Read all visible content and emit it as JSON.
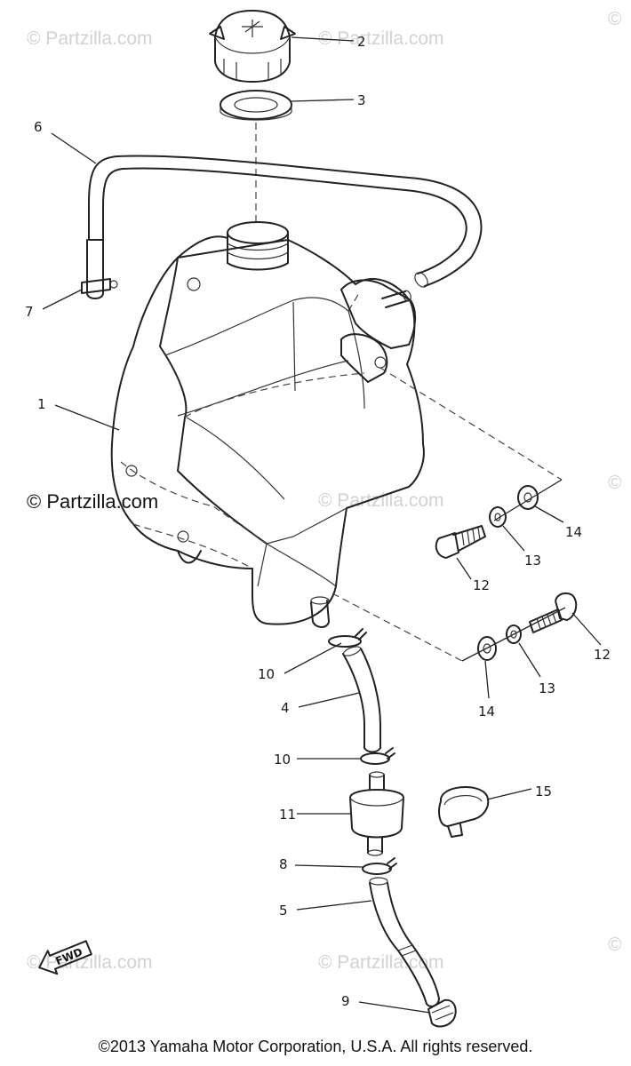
{
  "watermarks": [
    {
      "id": "tl",
      "text": "© Partzilla.com"
    },
    {
      "id": "tc",
      "text": "© Partzilla.com"
    },
    {
      "id": "tr",
      "text": "©"
    },
    {
      "id": "ml",
      "text": "© Partzilla.com"
    },
    {
      "id": "mc",
      "text": "© Partzilla.com"
    },
    {
      "id": "mr",
      "text": "©"
    },
    {
      "id": "bl",
      "text": "© Partzilla.com"
    },
    {
      "id": "bc",
      "text": "© Partzilla.com"
    },
    {
      "id": "br",
      "text": "©"
    }
  ],
  "callouts": [
    {
      "id": "c1",
      "label": "1"
    },
    {
      "id": "c2",
      "label": "2"
    },
    {
      "id": "c3",
      "label": "3"
    },
    {
      "id": "c4",
      "label": "4"
    },
    {
      "id": "c5",
      "label": "5"
    },
    {
      "id": "c6",
      "label": "6"
    },
    {
      "id": "c7",
      "label": "7"
    },
    {
      "id": "c8",
      "label": "8"
    },
    {
      "id": "c9",
      "label": "9"
    },
    {
      "id": "c10a",
      "label": "10"
    },
    {
      "id": "c10b",
      "label": "10"
    },
    {
      "id": "c11",
      "label": "11"
    },
    {
      "id": "c12a",
      "label": "12"
    },
    {
      "id": "c12b",
      "label": "12"
    },
    {
      "id": "c13a",
      "label": "13"
    },
    {
      "id": "c13b",
      "label": "13"
    },
    {
      "id": "c14a",
      "label": "14"
    },
    {
      "id": "c14b",
      "label": "14"
    },
    {
      "id": "c15",
      "label": "15"
    }
  ],
  "fwd_label": "FWD",
  "copyright": "©2013 Yamaha Motor Corporation, U.S.A. All rights reserved."
}
